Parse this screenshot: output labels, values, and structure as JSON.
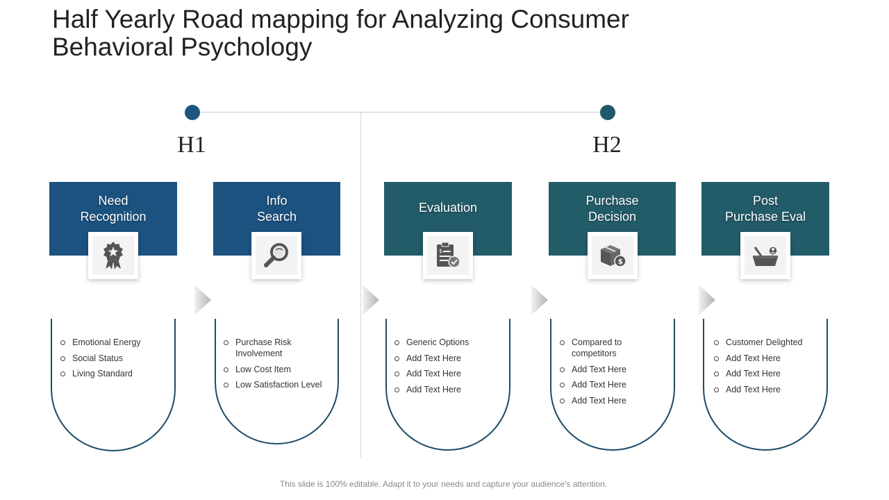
{
  "title": {
    "line1": "Half Yearly Road mapping for Analyzing Consumer",
    "line2": "Behavioral Psychology"
  },
  "timeline": {
    "h1": "H1",
    "h2": "H2",
    "colors": {
      "h1_dot": "#1f5680",
      "h2_dot": "#1f5a6a"
    }
  },
  "stages": [
    {
      "title_lines": [
        "Need",
        "Recognition"
      ],
      "icon": "award-badge-icon",
      "color": "#1b5280",
      "bullets": [
        "Emotional Energy",
        "Social Status",
        "Living Standard"
      ]
    },
    {
      "title_lines": [
        "Info",
        "Search"
      ],
      "icon": "magnifier-search-icon",
      "color": "#1b5280",
      "bullets": [
        "Purchase Risk Involvement",
        "Low Cost Item",
        "Low Satisfaction Level"
      ]
    },
    {
      "title_lines": [
        "Evaluation"
      ],
      "icon": "checklist-clipboard-icon",
      "color": "#235c69",
      "bullets": [
        "Generic Options",
        "Add Text Here",
        "Add Text Here",
        "Add Text Here"
      ]
    },
    {
      "title_lines": [
        "Purchase",
        "Decision"
      ],
      "icon": "package-dollar-icon",
      "color": "#235c69",
      "bullets": [
        "Compared to competitors",
        "Add Text Here",
        "Add Text Here",
        "Add Text Here"
      ]
    },
    {
      "title_lines": [
        "Post",
        "Purchase Eval"
      ],
      "icon": "shopping-basket-icon",
      "color": "#235c69",
      "bullets": [
        "Customer Delighted",
        "Add Text Here",
        "Add Text Here",
        "Add Text Here"
      ]
    }
  ],
  "footer": "This slide is 100% editable. Adapt it to your needs and capture your audience's attention."
}
